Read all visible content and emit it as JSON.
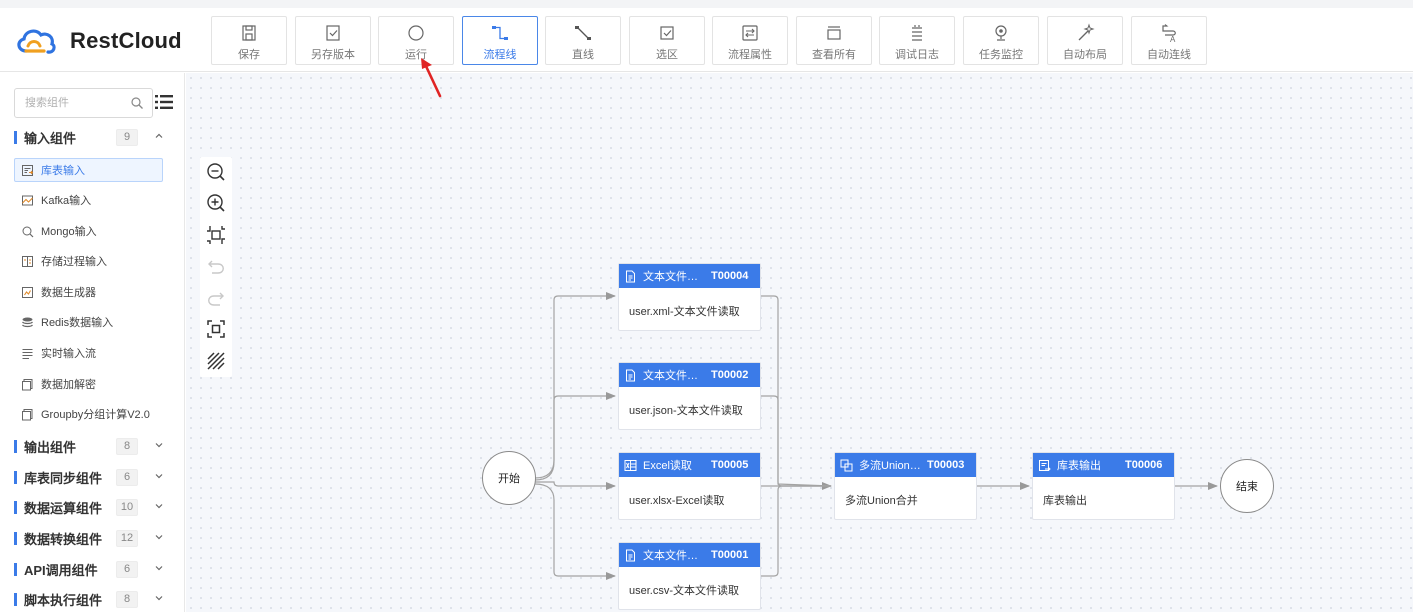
{
  "brand": {
    "name": "RestCloud",
    "color": "#3b7be8"
  },
  "toolbar": [
    {
      "key": "save",
      "label": "保存",
      "icon": "save-icon"
    },
    {
      "key": "save-version",
      "label": "另存版本",
      "icon": "save-version-icon"
    },
    {
      "key": "run",
      "label": "运行",
      "icon": "run-circle-icon"
    },
    {
      "key": "flow-line",
      "label": "流程线",
      "icon": "flow-line-icon",
      "active": true
    },
    {
      "key": "straight-line",
      "label": "直线",
      "icon": "straight-line-icon"
    },
    {
      "key": "select-area",
      "label": "选区",
      "icon": "select-area-icon"
    },
    {
      "key": "flow-props",
      "label": "流程属性",
      "icon": "flow-properties-icon"
    },
    {
      "key": "view-all",
      "label": "查看所有",
      "icon": "view-all-icon"
    },
    {
      "key": "debug-log",
      "label": "调试日志",
      "icon": "debug-log-icon"
    },
    {
      "key": "task-monitor",
      "label": "任务监控",
      "icon": "task-monitor-icon"
    },
    {
      "key": "auto-layout",
      "label": "自动布局",
      "icon": "auto-layout-icon"
    },
    {
      "key": "auto-connect",
      "label": "自动连线",
      "icon": "auto-connect-icon"
    }
  ],
  "sidebar": {
    "search_placeholder": "搜索组件",
    "categories": [
      {
        "title": "输入组件",
        "count": "9",
        "expanded": true,
        "items": [
          {
            "label": "库表输入",
            "icon": "table-input-icon",
            "selected": true
          },
          {
            "label": "Kafka输入",
            "icon": "kafka-icon"
          },
          {
            "label": "Mongo输入",
            "icon": "mongo-icon"
          },
          {
            "label": "存储过程输入",
            "icon": "procedure-icon"
          },
          {
            "label": "数据生成器",
            "icon": "data-generator-icon"
          },
          {
            "label": "Redis数据输入",
            "icon": "redis-icon"
          },
          {
            "label": "实时输入流",
            "icon": "realtime-stream-icon"
          },
          {
            "label": "数据加解密",
            "icon": "encrypt-icon"
          },
          {
            "label": "Groupby分组计算V2.0",
            "icon": "groupby-icon"
          }
        ]
      },
      {
        "title": "输出组件",
        "count": "8",
        "expanded": false
      },
      {
        "title": "库表同步组件",
        "count": "6",
        "expanded": false
      },
      {
        "title": "数据运算组件",
        "count": "10",
        "expanded": false
      },
      {
        "title": "数据转换组件",
        "count": "12",
        "expanded": false
      },
      {
        "title": "API调用组件",
        "count": "6",
        "expanded": false
      },
      {
        "title": "脚本执行组件",
        "count": "8",
        "expanded": false
      }
    ]
  },
  "canvas": {
    "start_label": "开始",
    "end_label": "结束",
    "nodes": [
      {
        "title": "文本文件…",
        "id": "T00004",
        "body": "user.xml-文本文件读取",
        "icon": "text-file-icon"
      },
      {
        "title": "文本文件…",
        "id": "T00002",
        "body": "user.json-文本文件读取",
        "icon": "text-file-icon"
      },
      {
        "title": "Excel读取",
        "id": "T00005",
        "body": "user.xlsx-Excel读取",
        "icon": "excel-icon"
      },
      {
        "title": "文本文件…",
        "id": "T00001",
        "body": "user.csv-文本文件读取",
        "icon": "text-file-icon"
      },
      {
        "title": "多流Union…",
        "id": "T00003",
        "body": "多流Union合并",
        "icon": "union-icon"
      },
      {
        "title": "库表输出",
        "id": "T00006",
        "body": "库表输出",
        "icon": "table-output-icon"
      }
    ]
  }
}
